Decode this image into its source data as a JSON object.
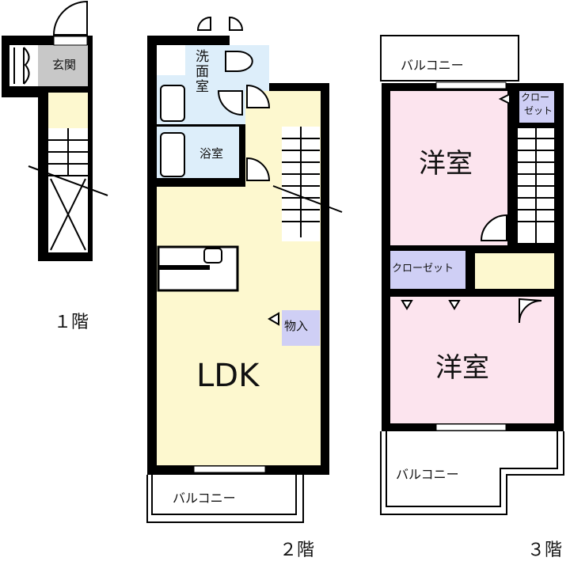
{
  "floors": [
    {
      "id": "1F",
      "label": "１階",
      "rooms": [
        {
          "name": "entrance",
          "label": "玄関"
        }
      ]
    },
    {
      "id": "2F",
      "label": "２階",
      "rooms": [
        {
          "name": "washroom",
          "label": "洗面室"
        },
        {
          "name": "bathroom",
          "label": "浴室"
        },
        {
          "name": "storage",
          "label": "物入"
        },
        {
          "name": "ldk",
          "label": "LDK"
        },
        {
          "name": "balcony",
          "label": "バルコニー"
        }
      ]
    },
    {
      "id": "3F",
      "label": "３階",
      "rooms": [
        {
          "name": "western-room-1",
          "label": "洋室"
        },
        {
          "name": "closet-small",
          "label1": "クロー",
          "label2": "ゼット"
        },
        {
          "name": "closet",
          "label": "クローゼット"
        },
        {
          "name": "western-room-2",
          "label": "洋室"
        },
        {
          "name": "balcony-top",
          "label": "バルコニー"
        },
        {
          "name": "balcony-bottom",
          "label": "バルコニー"
        }
      ]
    }
  ],
  "colors": {
    "wall": "#000000",
    "ldk": "#fdf8cf",
    "wet": "#ddeefa",
    "entrance": "#c8c8c8",
    "storage": "#cfcff5",
    "western": "#fce4ee",
    "hall": "#fdf8cf"
  }
}
